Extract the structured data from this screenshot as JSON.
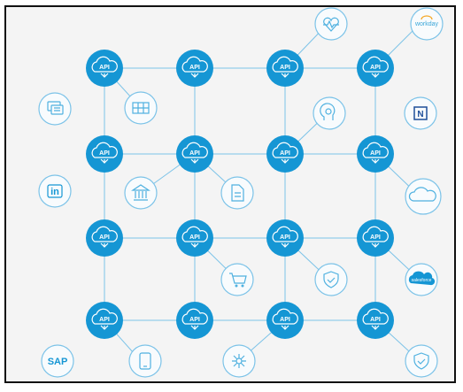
{
  "colors": {
    "node": "#1596d4",
    "line": "#7cc3e8",
    "icon": "#4fb1e0",
    "frame": "#111111",
    "bg": "#f4f4f4"
  },
  "api_label": "API",
  "logos": {
    "workday": "workday",
    "sap": "SAP",
    "linkedin": "in",
    "salesforce": "salesforce",
    "netsuite": "N"
  },
  "icons": [
    "heartbeat-icon",
    "workday-logo",
    "chat-icon",
    "server-icon",
    "head-gear-icon",
    "netsuite-logo",
    "bank-icon",
    "document-icon",
    "linkedin-logo",
    "cloud-icon",
    "cart-icon",
    "shield-check-icon",
    "salesforce-logo",
    "sap-logo",
    "tablet-icon",
    "network-hub-icon",
    "shield-check-icon"
  ]
}
